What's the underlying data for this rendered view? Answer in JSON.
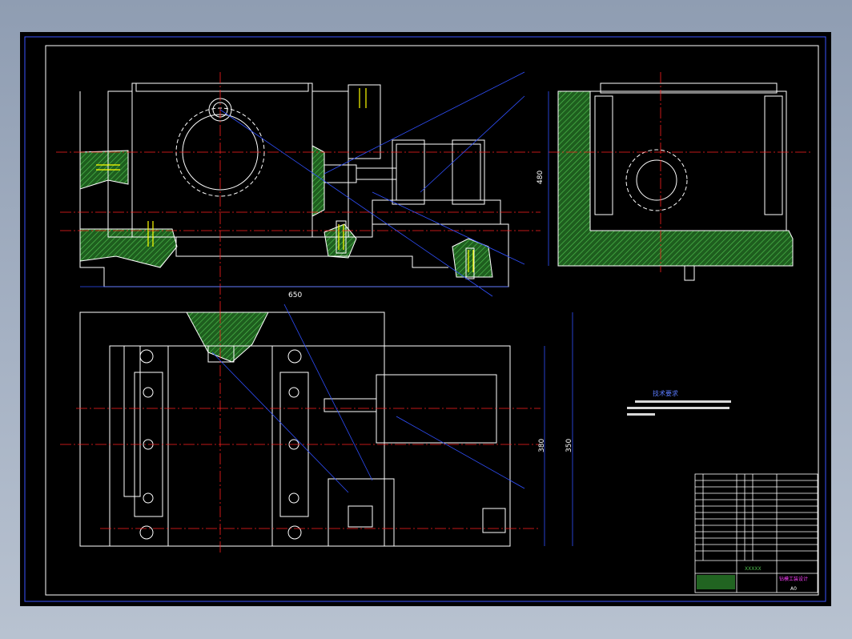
{
  "dimensions": {
    "length_bottom": "650",
    "right_height": "480",
    "plan_inner": "380",
    "plan_outer": "350"
  },
  "technical_requirements": {
    "title": "技术要求"
  },
  "title_block": {
    "drawing_name": "钻模工装设计",
    "sheet_size": "A0",
    "company": "XXXXX"
  },
  "colors": {
    "outline": "#ffffff",
    "centerline": "#ff2020",
    "dimension": "#3050ff",
    "hatch": "#2f8f2f",
    "thread": "#ffff00",
    "title_accent": "#ff40ff"
  }
}
